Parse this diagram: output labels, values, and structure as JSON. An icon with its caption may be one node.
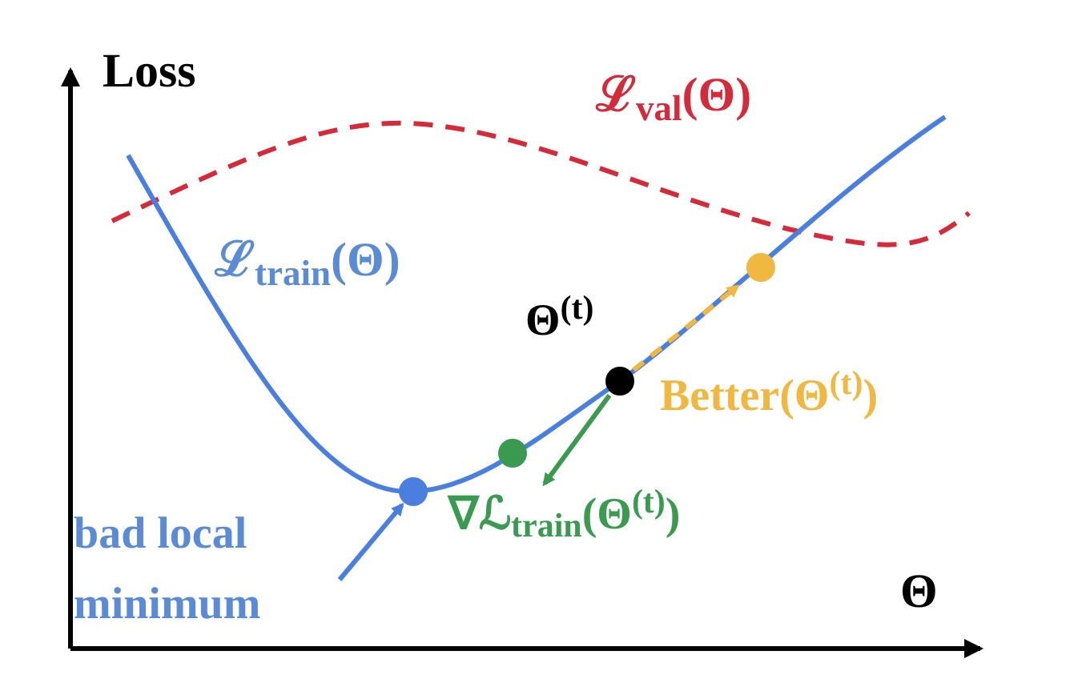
{
  "diagram": {
    "nodes": [
      {
        "text": [],
        "shape": "circle"
      },
      {
        "text": [],
        "shape": "circle"
      },
      {
        "text": [],
        "shape": "circle",
        "beside": [
          "Θ$^{(t)}$"
        ]
      },
      {
        "text": [],
        "shape": "circle"
      },
      {
        "text": [
          "bad local minimum"
        ]
      },
      {
        "text": [
          "∇ℒ$_{train}$(Θ$^{(t)}$)"
        ]
      }
    ],
    "edges": [
      {
        "from": 4,
        "to": 0,
        "arrow": "to"
      },
      {
        "from": 2,
        "to": 5,
        "arrow": "to",
        "color": "#3a9a50"
      },
      {
        "from": 2,
        "to": 3,
        "arrow": "to",
        "style": "dashed",
        "color": "#f0b840"
      }
    ],
    "labels": [
      "Loss",
      "ℒ$_{val}$(Θ)",
      "ℒ$_{train}$(Θ)",
      "Better(Θ$^{(t)}$)",
      "Θ"
    ]
  }
}
